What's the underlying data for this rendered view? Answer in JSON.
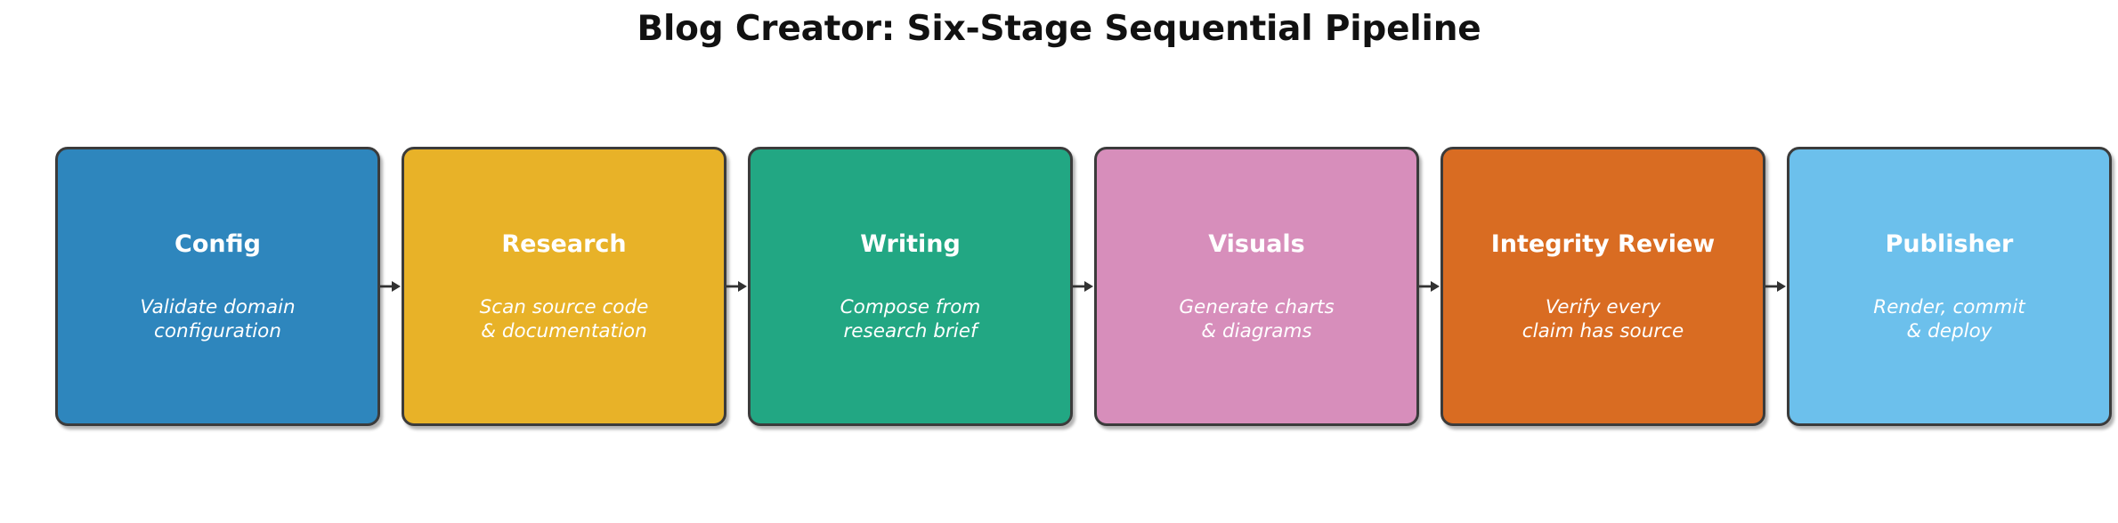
{
  "diagram": {
    "title": "Blog Creator: Six-Stage Sequential Pipeline",
    "background_color": "#ffffff",
    "border_color": "#3b3b3b",
    "arrow_color": "#323232",
    "label_color": "#ffffff",
    "title_color": "#111111",
    "type": "sequential-pipeline",
    "stage_count": 6,
    "stages": [
      {
        "name": "Config",
        "description": "Validate domain\nconfiguration",
        "color": "#2e86bd",
        "order": 1
      },
      {
        "name": "Research",
        "description": "Scan source code\n& documentation",
        "color": "#e8b228",
        "order": 2
      },
      {
        "name": "Writing",
        "description": "Compose from\nresearch brief",
        "color": "#22a783",
        "order": 3
      },
      {
        "name": "Visuals",
        "description": "Generate charts\n& diagrams",
        "color": "#d78ebb",
        "order": 4
      },
      {
        "name": "Integrity Review",
        "description": "Verify every\nclaim has source",
        "color": "#d96c22",
        "order": 5
      },
      {
        "name": "Publisher",
        "description": "Render, commit\n& deploy",
        "color": "#6cc0ec",
        "order": 6
      }
    ],
    "connectors": [
      {
        "icon": "arrow-right-icon",
        "from": "Config",
        "to": "Research"
      },
      {
        "icon": "arrow-right-icon",
        "from": "Research",
        "to": "Writing"
      },
      {
        "icon": "arrow-right-icon",
        "from": "Writing",
        "to": "Visuals"
      },
      {
        "icon": "arrow-right-icon",
        "from": "Visuals",
        "to": "Integrity Review"
      },
      {
        "icon": "arrow-right-icon",
        "from": "Integrity Review",
        "to": "Publisher"
      }
    ]
  }
}
